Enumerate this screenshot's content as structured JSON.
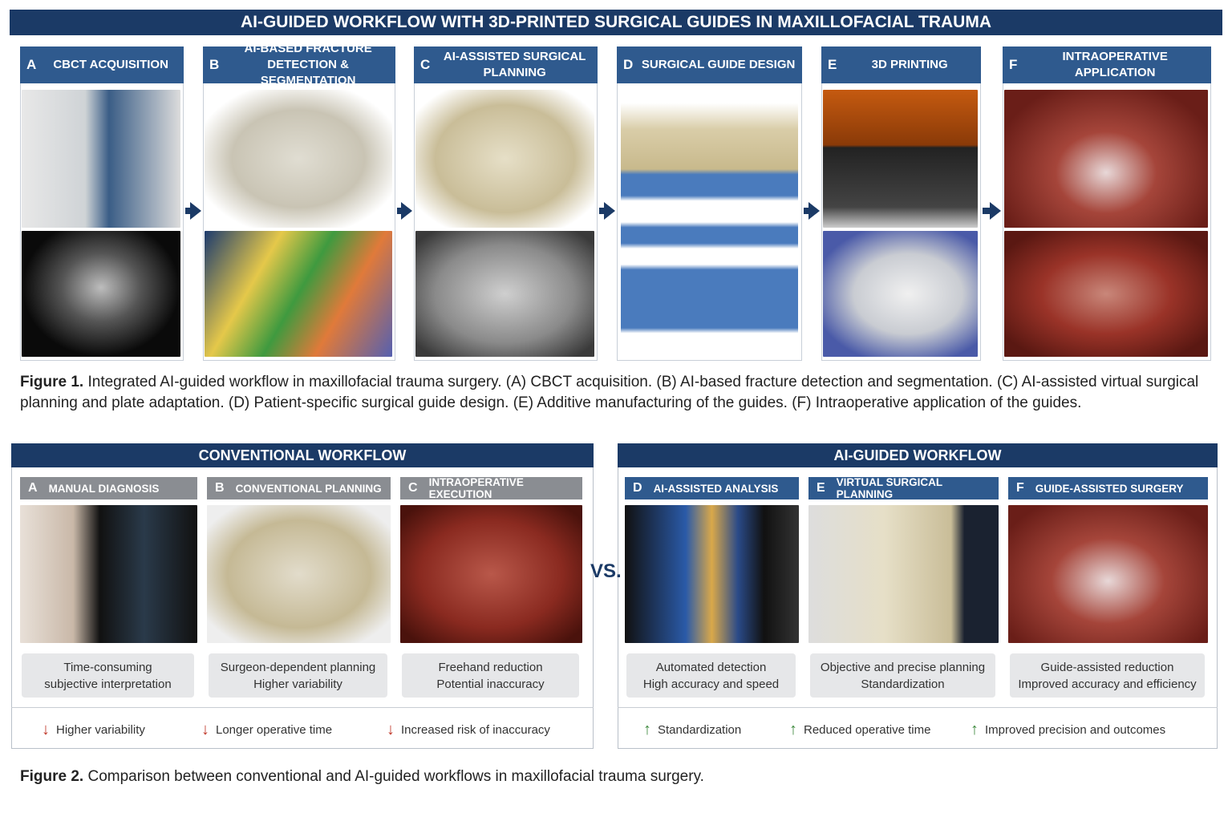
{
  "figure1": {
    "title": "AI-GUIDED WORKFLOW WITH 3D-PRINTED SURGICAL GUIDES IN MAXILLOFACIAL TRAUMA",
    "steps": [
      {
        "letter": "A",
        "label": "CBCT ACQUISITION",
        "images": [
          "patient-in-cbct-scanner",
          "cbct-coronal-scan"
        ]
      },
      {
        "letter": "B",
        "label": "AI-BASED FRACTURE DETECTION & SEGMENTATION",
        "images": [
          "skull-fracture-lines",
          "segmented-skull"
        ]
      },
      {
        "letter": "C",
        "label": "AI-ASSISTED SURGICAL PLANNING",
        "images": [
          "skull-with-plates",
          "skull-plan-render"
        ]
      },
      {
        "letter": "D",
        "label": "SURGICAL GUIDE DESIGN",
        "images": [
          "guide-design-renders"
        ]
      },
      {
        "letter": "E",
        "label": "3D PRINTING",
        "images": [
          "3d-printer",
          "printed-guide"
        ]
      },
      {
        "letter": "F",
        "label": "INTRAOPERATIVE APPLICATION",
        "images": [
          "guide-applied",
          "plates-fixed"
        ]
      }
    ],
    "caption_label": "Figure 1.",
    "caption_text": "Integrated AI-guided workflow in maxillofacial trauma surgery. (A) CBCT acquisition. (B) AI-based fracture detection and segmentation. (C) AI-assisted virtual surgical planning and plate adaptation. (D) Patient-specific surgical guide design. (E) Additive manufacturing of the guides. (F) Intraoperative application of the guides."
  },
  "figure2": {
    "conventional": {
      "title": "CONVENTIONAL WORKFLOW",
      "steps": [
        {
          "letter": "A",
          "label": "MANUAL DIAGNOSIS",
          "line1": "Time-consuming",
          "line2": "subjective interpretation"
        },
        {
          "letter": "B",
          "label": "CONVENTIONAL PLANNING",
          "line1": "Surgeon-dependent planning",
          "line2": "Higher variability"
        },
        {
          "letter": "C",
          "label": "INTRAOPERATIVE EXECUTION",
          "line1": "Freehand reduction",
          "line2": "Potential inaccuracy"
        }
      ],
      "outcomes": [
        "Higher variability",
        "Longer operative time",
        "Increased risk of inaccuracy"
      ]
    },
    "vs": "VS.",
    "ai": {
      "title": "AI-GUIDED WORKFLOW",
      "steps": [
        {
          "letter": "D",
          "label": "AI-ASSISTED ANALYSIS",
          "line1": "Automated detection",
          "line2": "High accuracy and speed"
        },
        {
          "letter": "E",
          "label": "VIRTUAL SURGICAL PLANNING",
          "line1": "Objective and precise planning",
          "line2": "Standardization"
        },
        {
          "letter": "F",
          "label": "GUIDE-ASSISTED SURGERY",
          "line1": "Guide-assisted reduction",
          "line2": "Improved accuracy and efficiency"
        }
      ],
      "outcomes": [
        "Standardization",
        "Reduced operative time",
        "Improved precision and outcomes"
      ]
    },
    "caption_label": "Figure 2.",
    "caption_text": "Comparison between conventional and AI-guided workflows in maxillofacial trauma surgery."
  },
  "colors": {
    "navy": "#1b3a66",
    "step_blue": "#2f5a8e",
    "gray": "#8a8d92",
    "down": "#c0392b",
    "up": "#3f8a3f"
  }
}
